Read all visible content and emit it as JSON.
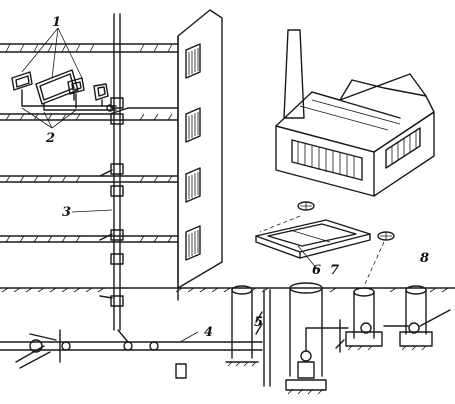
{
  "labels": {
    "l1": "1",
    "l2": "2",
    "l3": "3",
    "l4": "4",
    "l5": "5",
    "l6": "6",
    "l7": "7",
    "l8": "8"
  },
  "colors": {
    "ink": "#1a1a1a",
    "paper": "#ffffff"
  }
}
